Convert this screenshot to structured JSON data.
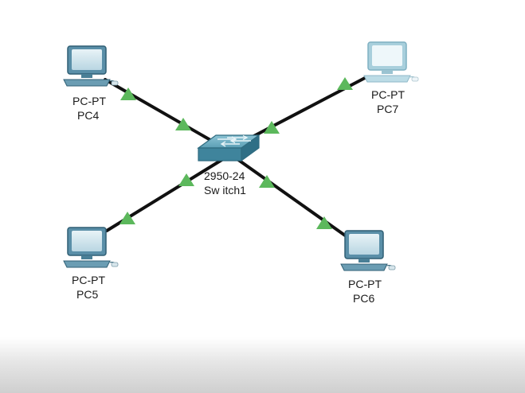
{
  "devices": [
    {
      "id": "pc4",
      "model": "PC-PT",
      "name": "PC4",
      "selected": false
    },
    {
      "id": "pc7",
      "model": "PC-PT",
      "name": "PC7",
      "selected": true
    },
    {
      "id": "switch1",
      "model": "2950-24",
      "name": "Sw itch1"
    },
    {
      "id": "pc5",
      "model": "PC-PT",
      "name": "PC5",
      "selected": false
    },
    {
      "id": "pc6",
      "model": "PC-PT",
      "name": "PC6",
      "selected": false
    }
  ],
  "links": [
    {
      "from": "switch1",
      "to": "pc4",
      "status": "up"
    },
    {
      "from": "switch1",
      "to": "pc7",
      "status": "up"
    },
    {
      "from": "switch1",
      "to": "pc5",
      "status": "up"
    },
    {
      "from": "switch1",
      "to": "pc6",
      "status": "up"
    }
  ],
  "colors": {
    "link": "#111111",
    "link_up_indicator": "#5cb85c",
    "pc_monitor": "#5a8fa8",
    "pc_monitor_selected": "#a8cfdc",
    "switch_body": "#4a8ea5"
  }
}
